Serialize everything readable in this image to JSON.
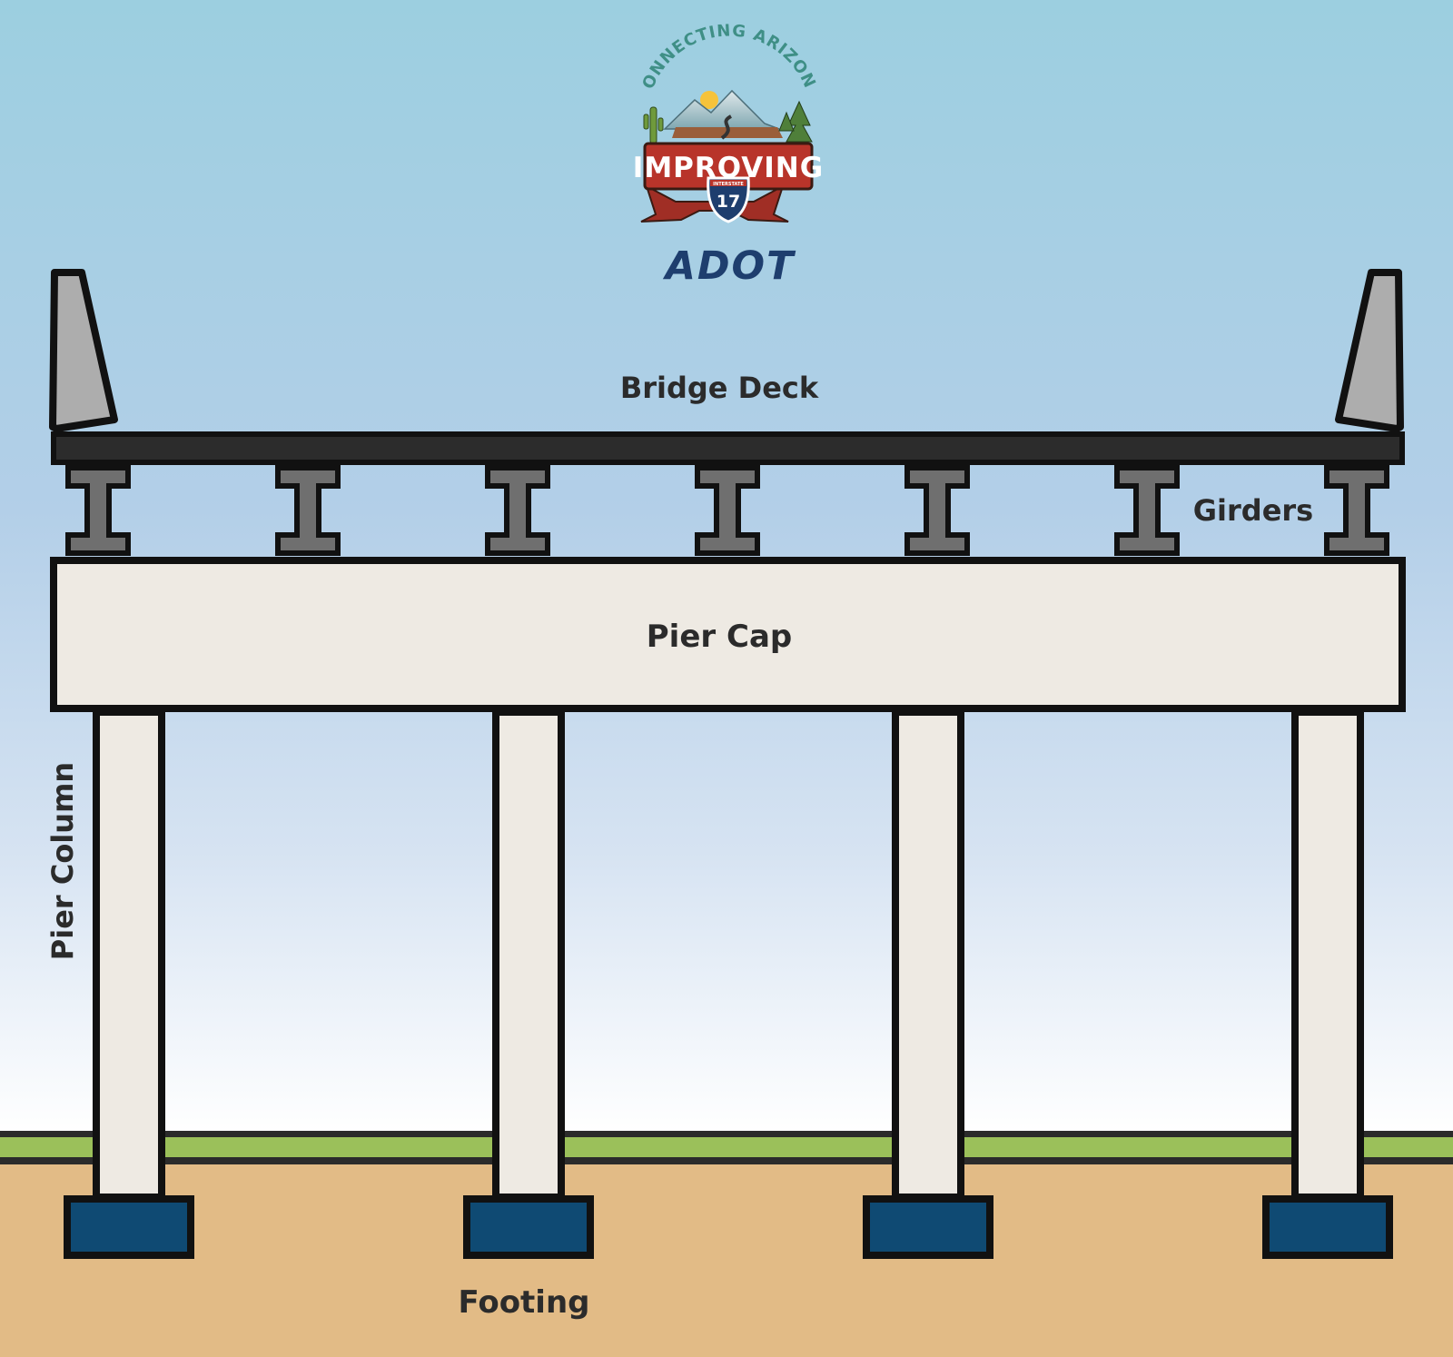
{
  "logo": {
    "arc_text": "CONNECTING ARIZONA",
    "banner_text": "IMPROVING",
    "shield_top": "INTERSTATE",
    "shield_number": "17",
    "agency": "ADOT"
  },
  "labels": {
    "bridge_deck": "Bridge Deck",
    "girders": "Girders",
    "pier_cap": "Pier Cap",
    "pier_column": "Pier Column",
    "footing": "Footing"
  },
  "colors": {
    "sky_top": "#9ccfe0",
    "sky_mid": "#c4d8ee",
    "sky_bottom": "#ffffff",
    "grass": "#9bc05a",
    "ground": "#e2bb86",
    "deck": "#2c2c2c",
    "barrier": "#adadad",
    "girder": "#6f6f6f",
    "concrete": "#eeeae3",
    "footing": "#0f4a73",
    "outline": "#111111",
    "logo_red": "#b8342a",
    "logo_blue": "#1e3e6e"
  },
  "structure": {
    "girder_count": 7,
    "column_count": 4
  }
}
